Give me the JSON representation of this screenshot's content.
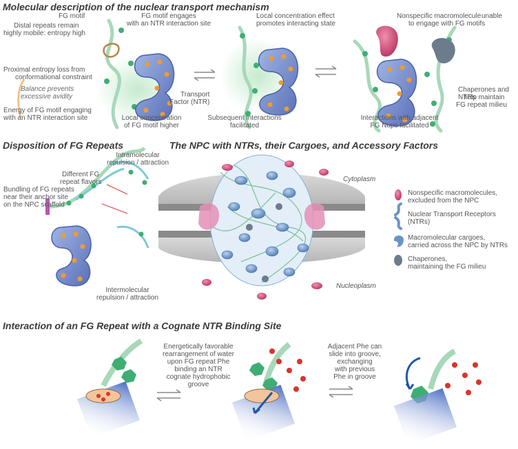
{
  "panel_a": {
    "title": "Molecular description of the nuclear transport mechanism",
    "labels": {
      "fg_motif": "FG motif",
      "distal_1": "Distal repeats remain",
      "distal_2": "highly mobile: entropy high",
      "engages_1": "FG motif engages",
      "engages_2": "with an NTR interaction site",
      "proximal_1": "Proximal entropy loss from",
      "proximal_2": "conformational constraint",
      "balance_1": "Balance prevents",
      "balance_2": "excessive avidity",
      "energy_1": "Energy of FG motif engaging",
      "energy_2": "with an NTR interaction site",
      "local_1": "Local concentration",
      "local_2": "of FG motif higher",
      "transport_1": "Transport",
      "transport_2": "Factor (NTR)",
      "effect_1": "Local concentration effect",
      "effect_2": "promotes interacting state",
      "subsequent_1": "Subsequent interactions",
      "subsequent_2": "facilitated",
      "nonspecific_1": "Nonspecific macromolecule",
      "nonspecific_2": "unable",
      "nonspecific_3": "to engage with FG motifs",
      "chaperones_1": "Chaperones and NTRs",
      "chaperones_2": "help maintain",
      "chaperones_3": "FG repeat milieu",
      "adjacent_1": "Interactions with adjacent",
      "adjacent_2": "FG Nups facilitated"
    }
  },
  "panel_b": {
    "title": "Disposition of FG Repeats",
    "labels": {
      "intra_1": "Intramolecular",
      "intra_2": "repulsion / attraction",
      "flavors_1": "Different FG",
      "flavors_2": "repeat flavors",
      "bundling_1": "Bundling of FG repeats",
      "bundling_2": "near their anchor site",
      "bundling_3": "on the NPC scaffold",
      "inter_1": "Intermolecular",
      "inter_2": "repulsion / attraction"
    }
  },
  "panel_c": {
    "title": "The NPC with NTRs, their Cargoes, and Accessory Factors",
    "cytoplasm": "Cytoplasm",
    "nucleoplasm": "Nucleoplasm",
    "legend": [
      {
        "line1": "Nonspecific macromolecules,",
        "line2": "excluded from the NPC",
        "color": "#c8436a"
      },
      {
        "line1": "Nuclear Transport Receptors",
        "line2": "(NTRs)",
        "color": "#6a93c4"
      },
      {
        "line1": "Macromolecular cargoes,",
        "line2": "carried across the NPC by NTRs",
        "color": "#6a93c4"
      },
      {
        "line1": "Chaperones,",
        "line2": "maintaining the FG milieu",
        "color": "#6d7c8d"
      }
    ]
  },
  "panel_d": {
    "title": "Interaction of an FG Repeat with a Cognate NTR Binding Site",
    "text1": [
      "Energetically favorable",
      "rearrangement of water",
      "upon FG repeat Phe",
      "binding an NTR",
      "cognate hydrophobic",
      "groove"
    ],
    "text2": [
      "Adjacent Phe can",
      "slide into groove,",
      "exchanging",
      "with previous",
      "Phe in groove"
    ]
  },
  "colors": {
    "fg_green": "#3fae73",
    "chain_green": "#a7d8b9",
    "ntr_blue": "#6f86c9",
    "fg_orange": "#f29a2e",
    "nonspecific_pink": "#d95a83",
    "chaperone_gray": "#6d7c8d",
    "arrow_brown": "#b98448",
    "water_red": "#d9342b"
  }
}
